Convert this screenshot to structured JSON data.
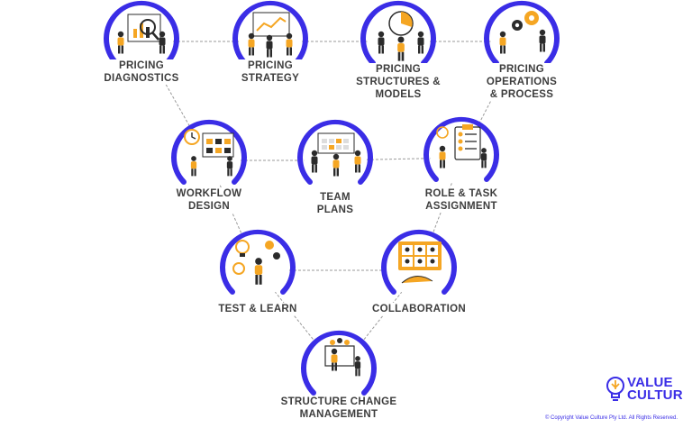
{
  "colors": {
    "ring": "#3a2de6",
    "accent": "#f5a623",
    "ink": "#2b2b2b",
    "connector": "#9a9a9a",
    "label": "#3d3d3d"
  },
  "nodes": [
    {
      "id": "pricing-diagnostics",
      "lines": [
        "PRICING",
        "DIAGNOSTICS"
      ],
      "icon": "magnifier-chart-icon"
    },
    {
      "id": "pricing-strategy",
      "lines": [
        "PRICING",
        "STRATEGY"
      ],
      "icon": "team-board-icon"
    },
    {
      "id": "pricing-structures",
      "lines": [
        "PRICING",
        "STRUCTURES &",
        "MODELS"
      ],
      "icon": "pie-chart-icon"
    },
    {
      "id": "pricing-operations",
      "lines": [
        "PRICING",
        "OPERATIONS",
        "& PROCESS"
      ],
      "icon": "gears-icon"
    },
    {
      "id": "workflow-design",
      "lines": [
        "WORKFLOW",
        "DESIGN"
      ],
      "icon": "clock-board-icon"
    },
    {
      "id": "team-plans",
      "lines": [
        "TEAM",
        "PLANS"
      ],
      "icon": "team-calendar-icon"
    },
    {
      "id": "role-task",
      "lines": [
        "ROLE & TASK",
        "ASSIGNMENT"
      ],
      "icon": "clipboard-icon"
    },
    {
      "id": "test-learn",
      "lines": [
        "TEST & LEARN"
      ],
      "icon": "lightbulb-icon"
    },
    {
      "id": "collaboration",
      "lines": [
        "COLLABORATION"
      ],
      "icon": "video-call-icon"
    },
    {
      "id": "structure-change",
      "lines": [
        "STRUCTURE CHANGE",
        "MANAGEMENT"
      ],
      "icon": "presentation-icon"
    }
  ],
  "logo": {
    "word1": "VALUE",
    "word2": "CULTURE",
    "icon": "lightbulb-logo-icon"
  },
  "copyright": "© Copyright Value Culture Pty Ltd. All Rights Reserved."
}
